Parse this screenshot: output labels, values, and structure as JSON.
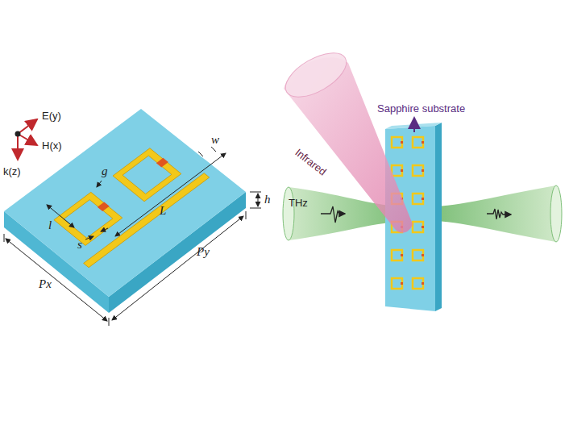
{
  "diagram": {
    "labels": [
      "E(y)",
      "H(x)",
      "k(z)",
      "g",
      "w",
      "h",
      "l",
      "L",
      "s",
      "Py",
      "Px",
      "Infrared",
      "Sapphire substrate",
      "THz"
    ]
  }
}
